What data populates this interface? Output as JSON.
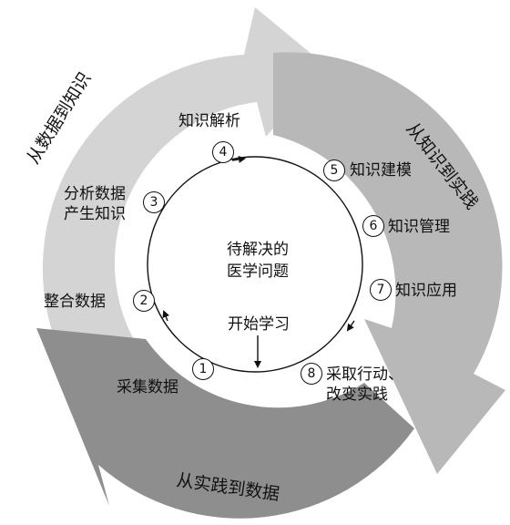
{
  "outer_cycle": {
    "data_to_knowledge": "从数据到知识",
    "knowledge_to_practice": "从知识到实践",
    "practice_to_data": "从实践到数据"
  },
  "center": {
    "problem_line1": "待解决的",
    "problem_line2": "医学问题",
    "start": "开始学习"
  },
  "steps": [
    {
      "num": "1",
      "label": "采集数据"
    },
    {
      "num": "2",
      "label": "整合数据"
    },
    {
      "num": "3",
      "label": "分析数据\n产生知识"
    },
    {
      "num": "4",
      "label": "知识解析"
    },
    {
      "num": "5",
      "label": "知识建模"
    },
    {
      "num": "6",
      "label": "知识管理"
    },
    {
      "num": "7",
      "label": "知识应用"
    },
    {
      "num": "8",
      "label": "采取行动、\n改变实践"
    }
  ],
  "colors": {
    "band_light": "#d4d4d4",
    "band_mid": "#b8b8b8",
    "band_dark": "#8e8e8e",
    "ink": "#111111"
  }
}
